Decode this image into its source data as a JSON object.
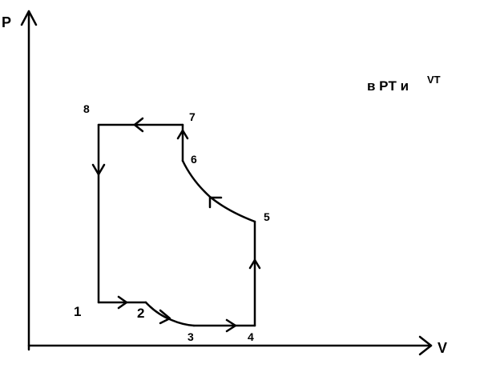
{
  "axes": {
    "y_label": "P",
    "x_label": "V"
  },
  "note": {
    "main": "в PT и",
    "sup": "VT"
  },
  "points": {
    "p1": "1",
    "p2": "2",
    "p3": "3",
    "p4": "4",
    "p5": "5",
    "p6": "6",
    "p7": "7",
    "p8": "8"
  }
}
